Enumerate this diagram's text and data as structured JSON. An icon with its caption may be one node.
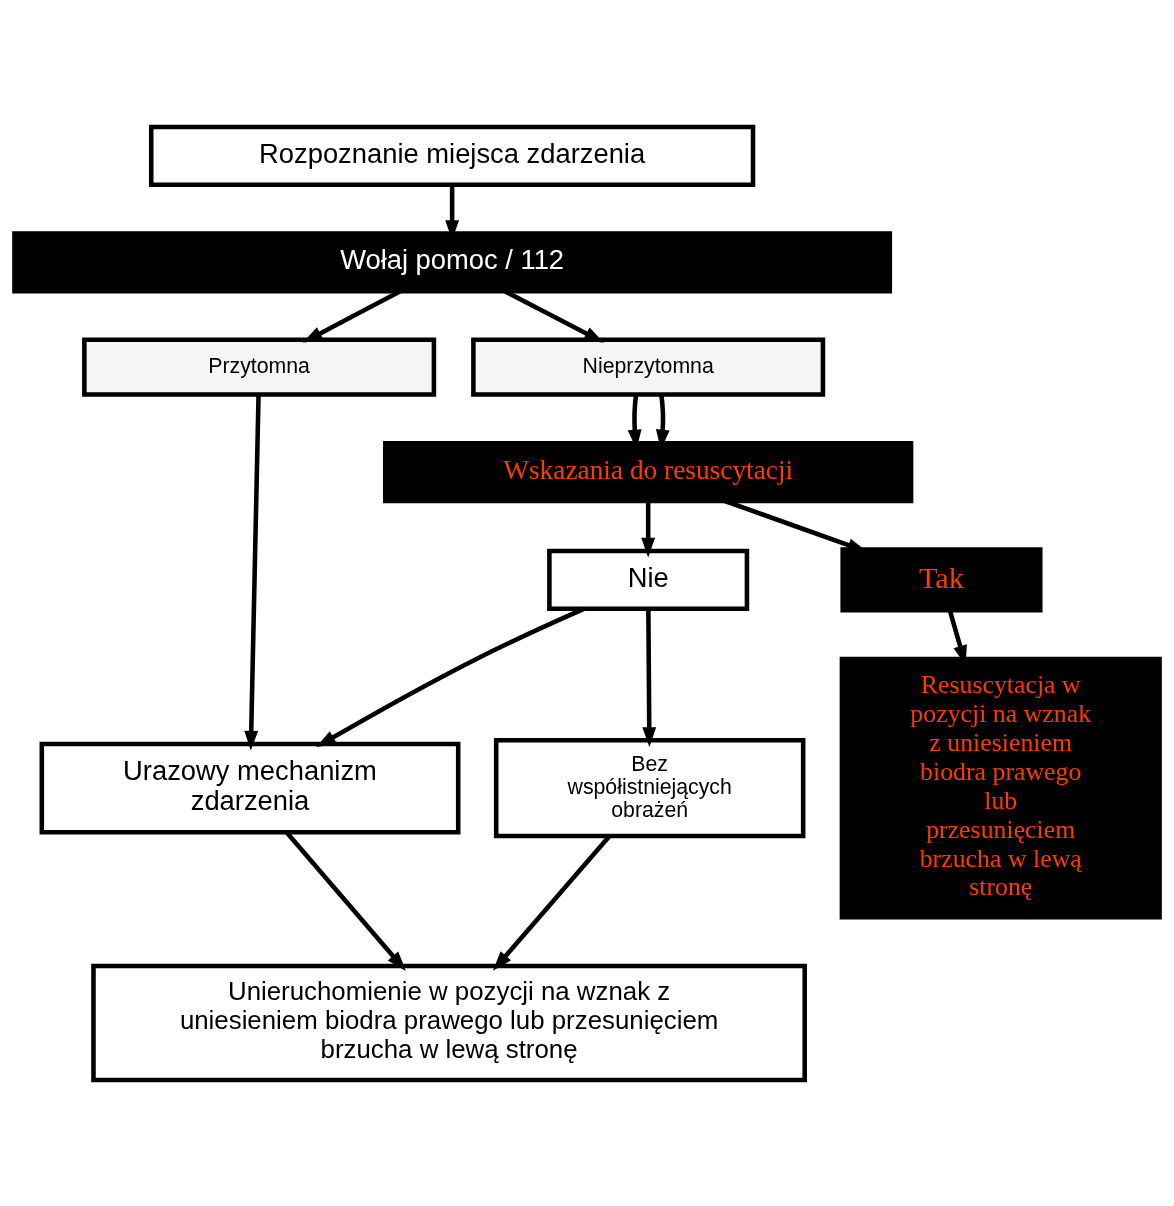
{
  "diagram": {
    "nodes": [
      {
        "text": [
          "Rozpoznanie miejsca zdarzenia"
        ]
      },
      {
        "text": [
          "Wołaj pomoc / 112"
        ]
      },
      {
        "text": [
          "Przytomna"
        ]
      },
      {
        "text": [
          "Nieprzytomna"
        ]
      },
      {
        "text": [
          "Wskazania do resuscytacji"
        ]
      },
      {
        "text": [
          "Nie"
        ]
      },
      {
        "text": [
          "Tak"
        ]
      },
      {
        "text": [
          "Urazowy mechanizm zdarzenia"
        ]
      },
      {
        "text": [
          "Bez współistniejących obrażeń"
        ]
      },
      {
        "text": [
          "Resuscytacja w pozycji na wznak z uniesieniem biodra prawego lub przesunięciem brzucha w lewą stronę"
        ]
      },
      {
        "text": [
          "Unieruchomienie w pozycji na wznak z uniesieniem biodra prawego lub przesunięciem brzucha w lewą stronę"
        ]
      }
    ],
    "edges": [
      {
        "from": 0,
        "to": 1,
        "arrow": "to"
      },
      {
        "from": 1,
        "to": 2,
        "arrow": "to"
      },
      {
        "from": 1,
        "to": 3,
        "arrow": "to"
      },
      {
        "from": 3,
        "to": 4,
        "arrow": "to"
      },
      {
        "from": 3,
        "to": 4,
        "arrow": "to"
      },
      {
        "from": 4,
        "to": 5,
        "arrow": "to"
      },
      {
        "from": 4,
        "to": 6,
        "arrow": "to"
      },
      {
        "from": 2,
        "to": 7,
        "arrow": "to"
      },
      {
        "from": 5,
        "to": 7,
        "arrow": "to"
      },
      {
        "from": 5,
        "to": 8,
        "arrow": "to"
      },
      {
        "from": 6,
        "to": 9,
        "arrow": "to"
      },
      {
        "from": 7,
        "to": 10,
        "arrow": "to"
      },
      {
        "from": 8,
        "to": 10,
        "arrow": "to"
      }
    ]
  }
}
